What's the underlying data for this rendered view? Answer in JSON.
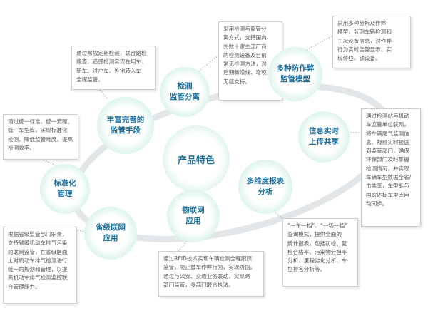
{
  "center": {
    "label": "产品特色"
  },
  "nodes": [
    {
      "id": "detect",
      "label": "检测\n监管分离"
    },
    {
      "id": "fraud",
      "label": "多种防作弊\n监管模型"
    },
    {
      "id": "realtime",
      "label": "信息实时\n上传共享"
    },
    {
      "id": "multidim",
      "label": "多维度报表\n分析"
    },
    {
      "id": "iot",
      "label": "物联网\n应用"
    },
    {
      "id": "province",
      "label": "省级联网\n应用"
    },
    {
      "id": "standard",
      "label": "标准化\n管理"
    },
    {
      "id": "means",
      "label": "丰富完善的\n监管手段"
    }
  ],
  "boxes": [
    {
      "id": "detect",
      "text": "采用检测与监管分\n离方式，支持国内\n外数十家主流厂商\n的检测设备及目前\n常见检测方法，对\n后期新增线、增项\n无缝支持。"
    },
    {
      "id": "fraud",
      "text": "采用多种分析及作弊\n模型，监测车辆检测和\n工况设备信息，对作弊\n行为实时告警显示、实\n现停线、锁设备。"
    },
    {
      "id": "realtime",
      "text": "通过检测站与机动\n车监管单位联网，\n将车辆尾气监测信\n息、视频实时报送\n到监管部门，确保\n环保部门及时掌握\n检测情况，并实现\n车辆车型数据全省/\n市共享，车型能与\n国家达标车型库自\n动同步。"
    },
    {
      "id": "multidim",
      "text": "“一车一档”、“一场一档”\n查询模式，提供全面的\n统计报表，包括初检、复\n检合格率、污染物分担率\n分析、里程劣化分析、车\n型排名分析等。"
    },
    {
      "id": "iot",
      "text": "通过RFID技术实现车辆检测全程跟踪\n监管，防止替车作弊行为，实现防伪。\n通过与公安、交通业务联动，实现跨\n部门监管，多部门联合执法。"
    },
    {
      "id": "province",
      "text": "根据省级监管部门职责，\n支持省级机动车排气污染\n的联网监管，在省级层面\n上对机动车排气检测进行\n统一的规划和管理，以提\n高机动车排气检测监控联\n合管理能力。"
    },
    {
      "id": "standard",
      "text": "通过统一标准、统一流程、\n统一车型库，实现标准化\n检测、降低监管难度，提高\n检测效率。"
    },
    {
      "id": "means",
      "text": "通过常规定期检测，联合路检\n路查、遥感检测实现在用车、\n新车、过户车、外地转入车\n全程监管。"
    }
  ]
}
